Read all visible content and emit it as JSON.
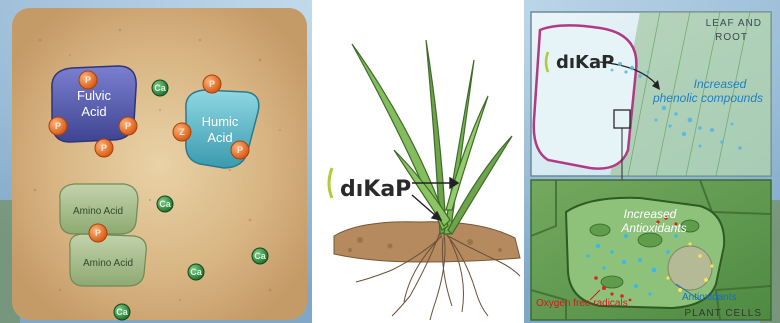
{
  "soil_panel": {
    "fulvic_label_1": "Fulvic",
    "fulvic_label_2": "Acid",
    "humic_label_1": "Humic",
    "humic_label_2": "Acid",
    "amino_label_top": "Amino Acid",
    "amino_label_bottom": "Amino Acid",
    "phosphate_symbol": "P",
    "calcium_symbol": "Ca",
    "zinc_symbol": "Z"
  },
  "plant_panel": {
    "brand": "dıKaP"
  },
  "leaf_panel": {
    "caption_line1": "LEAF AND",
    "caption_line2": "ROOT",
    "brand": "dıKaP",
    "note_line1": "Increased",
    "note_line2": "phenolic compounds"
  },
  "cell_panel": {
    "note_line1": "Increased",
    "note_line2": "Antioxidants",
    "label_radicals": "Oxygen free radicals",
    "label_antioxidants": "Antioxidants",
    "caption": "PLANT CELLS"
  },
  "colors": {
    "soil": "#d9b98b",
    "fulvic": "#5a5fb4",
    "humic": "#58b8c9",
    "amino": "#a8bd8d",
    "phosphate": "#e86a1f",
    "calcium": "#2e8b3a",
    "leaf_bg": "#d6ebf2",
    "cell_bg": "#5d9a4e",
    "accent_blue": "#1f7fc2",
    "accent_red": "#c81d1d"
  }
}
